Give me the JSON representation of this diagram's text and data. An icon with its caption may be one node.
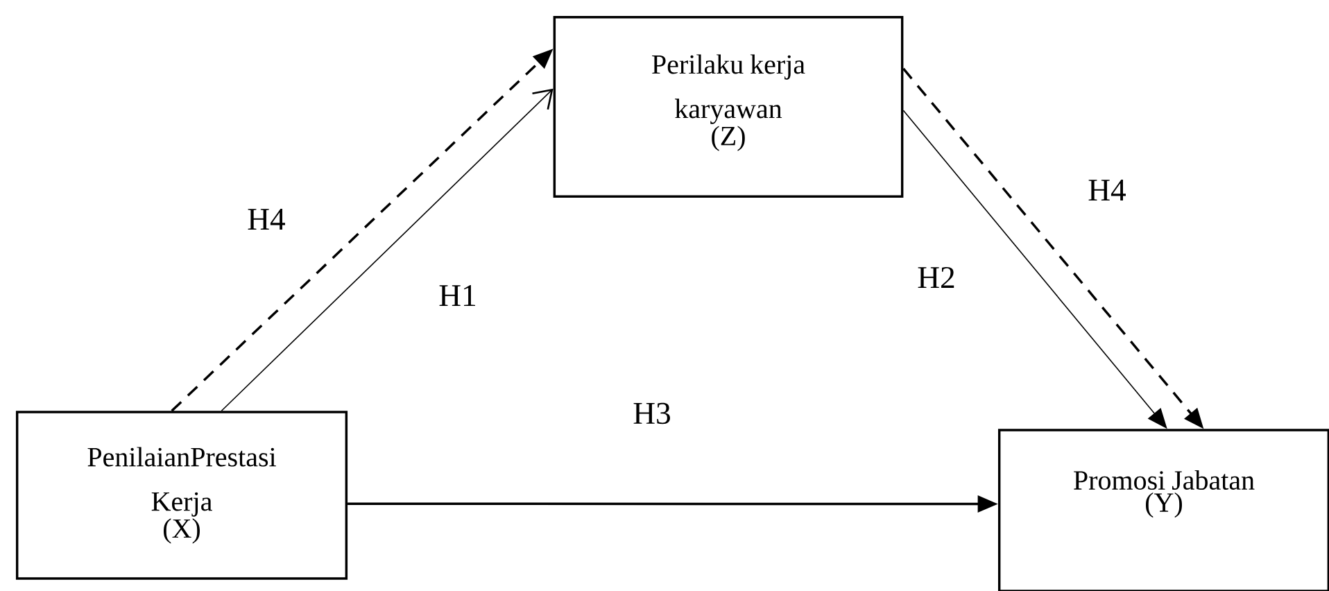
{
  "diagram": {
    "nodes": [
      {
        "text": [
          "PenilaianPrestasi Kerja",
          "(X)"
        ]
      },
      {
        "text": [
          "Perilaku kerja karyawan",
          "(Z)"
        ]
      },
      {
        "text": [
          "Promosi Jabatan",
          "(Y)"
        ]
      }
    ],
    "edges": [
      {
        "from": 0,
        "to": 1,
        "arrow": "to",
        "label": "H4",
        "style": "dashed"
      },
      {
        "from": 0,
        "to": 1,
        "arrow": "to",
        "label": "H1"
      },
      {
        "from": 1,
        "to": 2,
        "arrow": "to",
        "label": "H2"
      },
      {
        "from": 1,
        "to": 2,
        "arrow": "to",
        "label": "H4",
        "style": "dashed"
      },
      {
        "from": 0,
        "to": 2,
        "arrow": "to",
        "label": "H3"
      }
    ]
  }
}
